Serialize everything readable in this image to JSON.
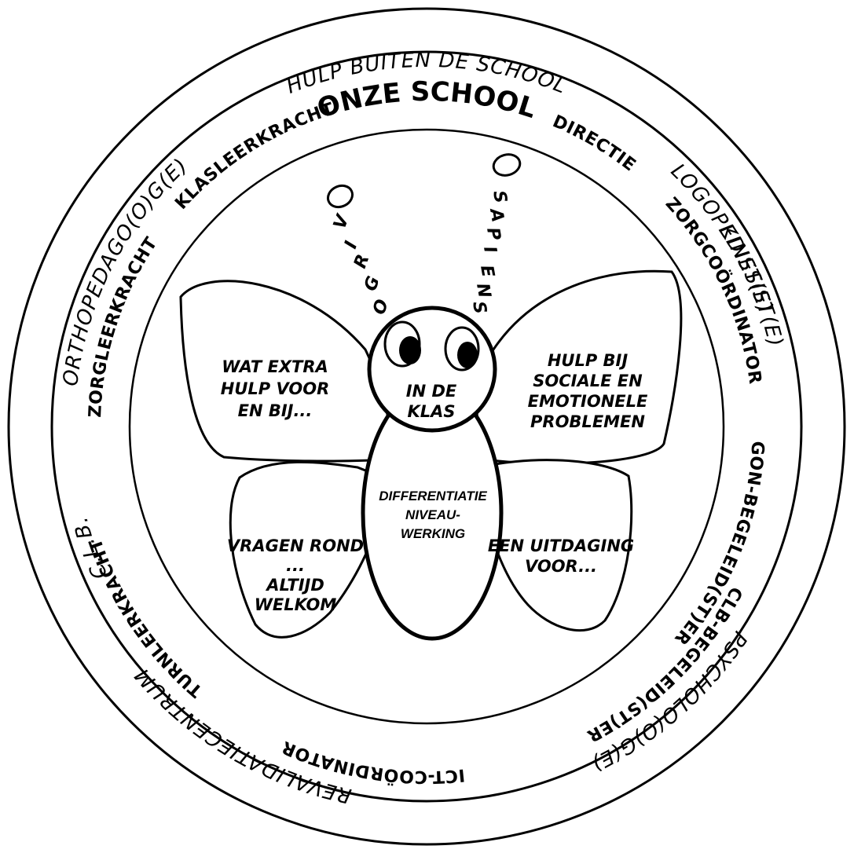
{
  "outer_ring": {
    "title": "HULP BUITEN DE SCHOOL",
    "labels": [
      "LOGOPEDIST(E)",
      "KINESIST(E)",
      "PSYCHOLO(O)G(E)",
      "REVALIDATIECENTRUM",
      "C.L.B.",
      "ORTHOPEDAGO(O)G(E)"
    ]
  },
  "inner_ring": {
    "title": "ONZE SCHOOL",
    "labels": [
      "DIRECTIE",
      "ZORGCOÖRDINATOR",
      "GON-BEGELEID(ST)ER",
      "CLB-BEGELEID(ST)ER",
      "ICT-COÖRDINATOR",
      "TURNLEERKRACHT",
      "ZORGLEERKRACHT",
      "KLASLEERKRACHT"
    ]
  },
  "butterfly": {
    "antenna_left": [
      "V",
      "I",
      "R",
      "G",
      "O"
    ],
    "antenna_right": [
      "S",
      "A",
      "P",
      "I",
      "E",
      "N",
      "S"
    ],
    "head_lines": [
      "IN DE",
      "KLAS"
    ],
    "body_lines": [
      "DIFFERENTIATIE",
      "NIVEAU-",
      "WERKING"
    ],
    "wing_top_left": [
      "WAT EXTRA",
      "HULP VOOR",
      "EN BIJ..."
    ],
    "wing_top_right": [
      "HULP BIJ",
      "SOCIALE EN",
      "EMOTIONELE",
      "PROBLEMEN"
    ],
    "wing_bottom_left": [
      "VRAGEN ROND",
      "...",
      "ALTIJD",
      "WELKOM"
    ],
    "wing_bottom_right": [
      "EEN UITDAGING",
      "VOOR..."
    ]
  }
}
